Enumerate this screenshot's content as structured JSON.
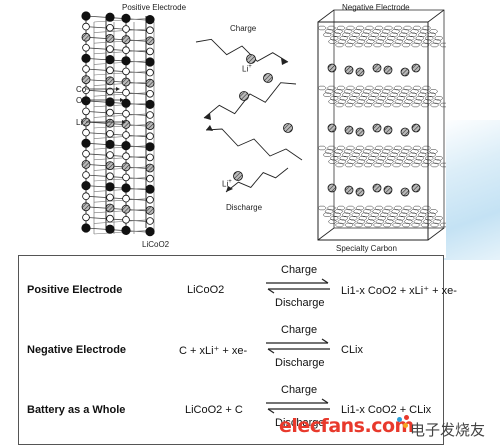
{
  "figure": {
    "positive_label": "Positive Electrode",
    "negative_label": "Negative Electrode",
    "charge_label": "Charge",
    "discharge_label": "Discharge",
    "co_label": "Co",
    "o_label": "O",
    "li_label": "Li",
    "licoo2_label": "LiCoO2",
    "carbon_label": "Specialty Carbon",
    "li_ion_label": "Li",
    "li_ion_sup": "+"
  },
  "reactions": [
    {
      "label": "Positive Electrode",
      "reactant": "LiCoO2",
      "charge": "Charge",
      "discharge": "Discharge",
      "product": "Li1-x  CoO2 + xLi⁺ + xe-"
    },
    {
      "label": "Negative Electrode",
      "reactant": "C + xLi⁺ + xe-",
      "charge": "Charge",
      "discharge": "Discharge",
      "product": "CLix"
    },
    {
      "label": "Battery as a Whole",
      "reactant": "LiCoO2 + C",
      "charge": "Charge",
      "discharge": "Discharge",
      "product": "Li1-x  CoO2 + CLix"
    }
  ],
  "watermark": {
    "logo": "elecfans.com",
    "chinese": "电子发烧友"
  }
}
